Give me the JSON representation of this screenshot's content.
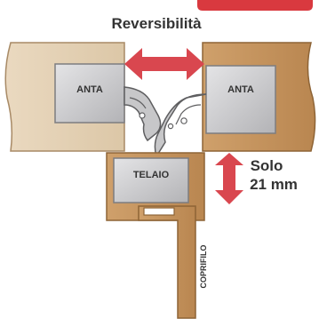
{
  "title": "Reversibilità",
  "panels": {
    "left_label": "ANTA",
    "right_label": "ANTA"
  },
  "frame_label": "TELAIO",
  "trim_label": "COPRIFILO",
  "note": {
    "line1": "Solo",
    "line2": "21 mm"
  },
  "colors": {
    "accent_red": "#d9393f",
    "arrow_red": "#d9474f",
    "light_wood": "#e3d1b6",
    "dark_wood": "#c9975f",
    "metal_grey": "#c9c9cb"
  },
  "icons": [
    "double-horizontal-arrow-icon",
    "double-vertical-arrow-icon"
  ]
}
